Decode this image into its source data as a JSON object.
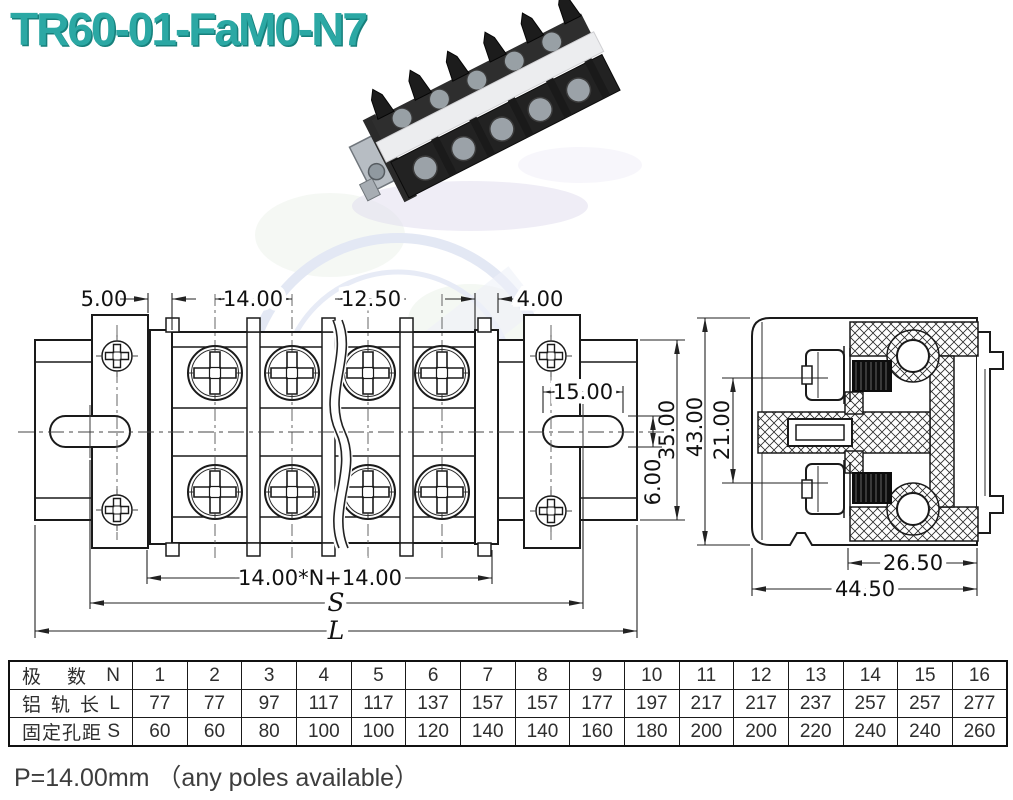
{
  "title": "TR60-01-FaM0-N7",
  "colors": {
    "accent": "#2ba8a4",
    "line": "#1a1a1a"
  },
  "drawing": {
    "front_view": {
      "dims": {
        "left_end_wall": "5.00",
        "pole_pitch": "14.00",
        "mid_span": "12.50",
        "right_end_wall": "4.00",
        "slot_width": "15.00",
        "slot_height": "6.00",
        "body_height": "35.00",
        "total_height": "43.00",
        "length_formula": "14.00*N+14.00",
        "hole_distance_symbol": "S",
        "rail_length_symbol": "L"
      }
    },
    "side_view": {
      "dims": {
        "screw_spacing": "21.00",
        "inner_width": "26.50",
        "total_width": "44.50"
      }
    }
  },
  "table": {
    "rows": [
      {
        "label": "极数",
        "symbol": "N",
        "values": [
          "1",
          "2",
          "3",
          "4",
          "5",
          "6",
          "7",
          "8",
          "9",
          "10",
          "11",
          "12",
          "13",
          "14",
          "15",
          "16"
        ]
      },
      {
        "label": "铝轨长",
        "symbol": "L",
        "values": [
          "77",
          "77",
          "97",
          "117",
          "117",
          "137",
          "157",
          "157",
          "177",
          "197",
          "217",
          "217",
          "237",
          "257",
          "257",
          "277"
        ]
      },
      {
        "label": "固定孔距",
        "symbol": "S",
        "values": [
          "60",
          "60",
          "80",
          "100",
          "100",
          "120",
          "140",
          "140",
          "160",
          "180",
          "200",
          "200",
          "220",
          "240",
          "240",
          "260"
        ]
      }
    ]
  },
  "footer": "P=14.00mm （any poles available）"
}
